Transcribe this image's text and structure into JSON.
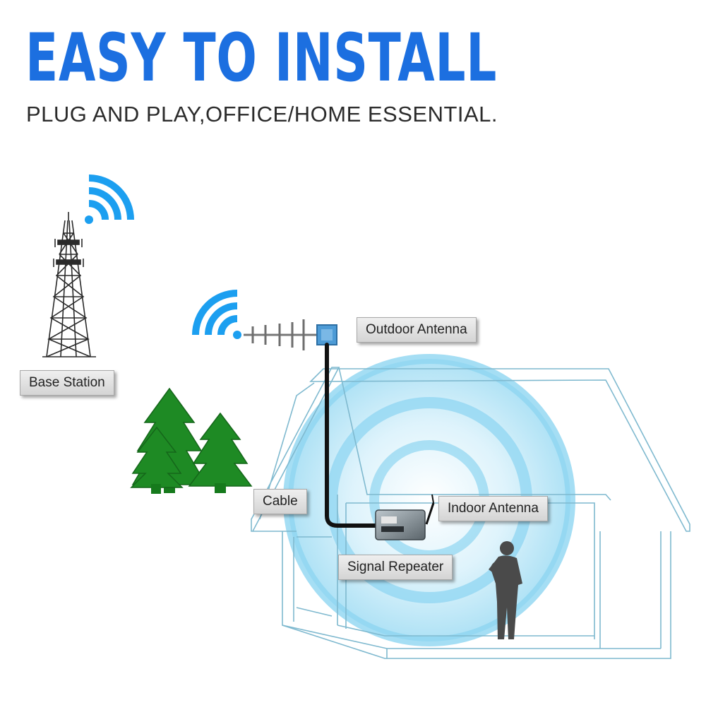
{
  "header": {
    "title": "EASY TO INSTALL",
    "subtitle": "PLUG AND PLAY,OFFICE/HOME ESSENTIAL."
  },
  "labels": {
    "base_station": "Base Station",
    "outdoor_antenna": "Outdoor Antenna",
    "cable": "Cable",
    "indoor_antenna": "Indoor Antenna",
    "signal_repeater": "Signal Repeater"
  },
  "colors": {
    "accent": "#1c6fe0",
    "wifi": "#1c9ff0",
    "house_outline": "#7fb9cf",
    "tree": "#1e8a24",
    "cable": "#111111",
    "person": "#4a4a4a"
  },
  "icons": [
    "cell-tower-icon",
    "wifi-signal-icon",
    "yagi-antenna-icon",
    "tree-icon",
    "repeater-icon",
    "person-icon",
    "house-icon"
  ]
}
